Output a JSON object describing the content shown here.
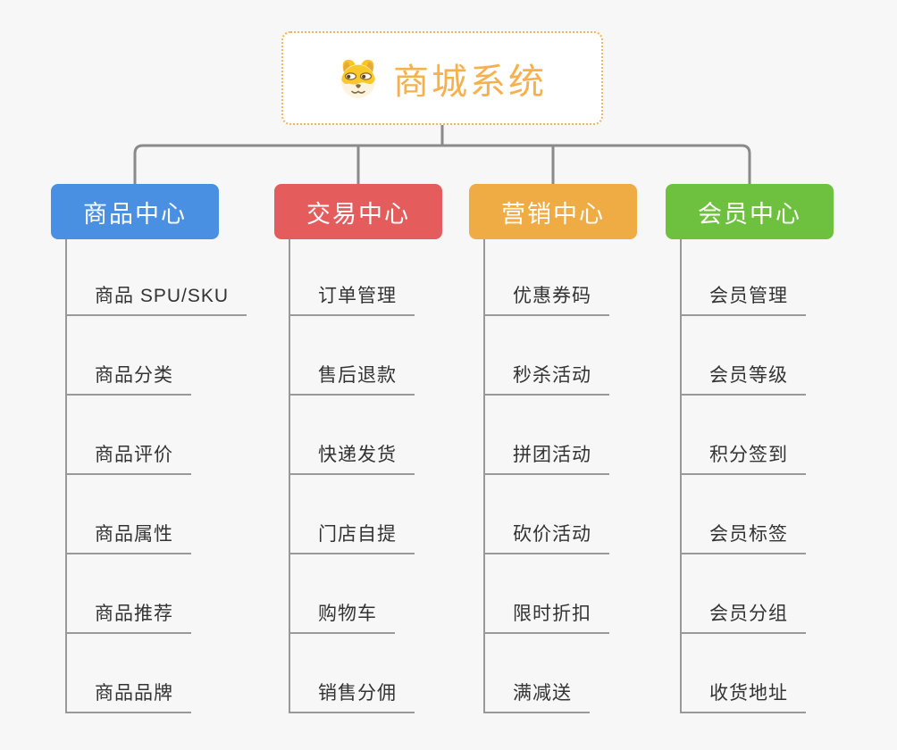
{
  "canvas": {
    "background": "#f7f7f7"
  },
  "root": {
    "title": "商城系统",
    "icon": "doge-icon",
    "title_color": "#f6b04e",
    "border_color": "#f0b45a",
    "background": "#ffffff"
  },
  "connectors": {
    "color": "#8a8a8a"
  },
  "items_style": {
    "text_color": "#333333",
    "line_color": "#999999"
  },
  "branches": [
    {
      "label": "商品中心",
      "color": "#4a90e2",
      "children": [
        "商品 SPU/SKU",
        "商品分类",
        "商品评价",
        "商品属性",
        "商品推荐",
        "商品品牌"
      ]
    },
    {
      "label": "交易中心",
      "color": "#e45c5c",
      "children": [
        "订单管理",
        "售后退款",
        "快递发货",
        "门店自提",
        "购物车",
        "销售分佣"
      ]
    },
    {
      "label": "营销中心",
      "color": "#f0ac44",
      "children": [
        "优惠券码",
        "秒杀活动",
        "拼团活动",
        "砍价活动",
        "限时折扣",
        "满减送"
      ]
    },
    {
      "label": "会员中心",
      "color": "#6dc13f",
      "children": [
        "会员管理",
        "会员等级",
        "积分签到",
        "会员标签",
        "会员分组",
        "收货地址"
      ]
    }
  ]
}
